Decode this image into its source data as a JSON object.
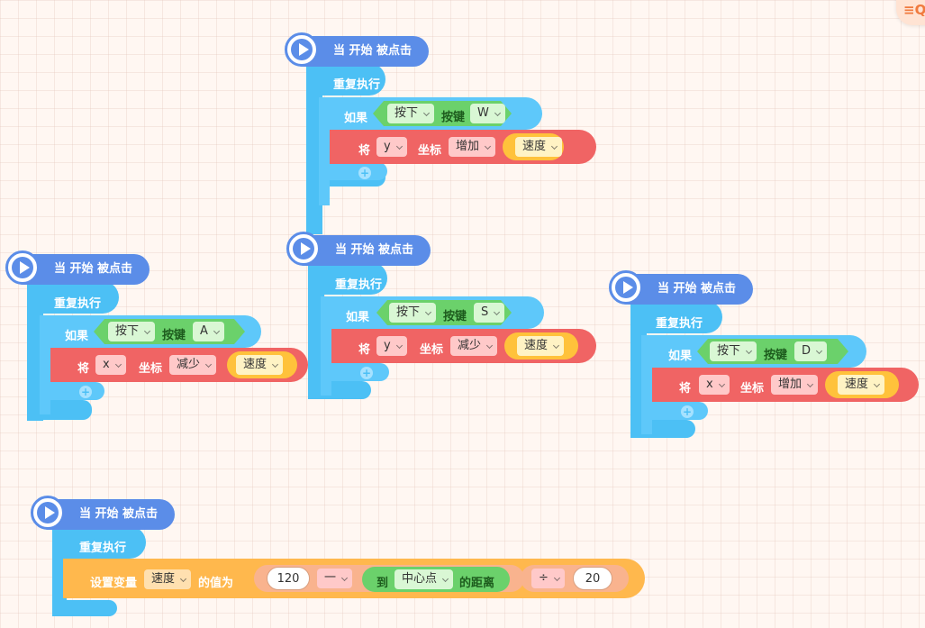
{
  "toolbar": {
    "icon": "zoom-search-icon",
    "icon_glyph": "≡Q"
  },
  "colors": {
    "hat": "#5b8de8",
    "loop": "#4cc0f5",
    "if": "#5ec8fa",
    "sensor": "#6bd16b",
    "motion": "#f06464",
    "variable": "#ffc23b",
    "operator": "#ffb84d"
  },
  "labels": {
    "when_clicked": "当 开始 被点击",
    "repeat_forever": "重复执行",
    "if": "如果",
    "key_pressed_mode": "按下",
    "key": "按键",
    "set_prefix": "将",
    "coordinate": "坐标",
    "speed_var": "速度",
    "add": "增加",
    "subtract": "减少",
    "set_var": "设置变量",
    "value_is": "的值为",
    "to": "到",
    "center": "中心点",
    "distance": "的距离",
    "minus_op": "一",
    "divide_op": "÷",
    "num_120": "120",
    "num_20": "20",
    "plus": "+"
  },
  "scripts": [
    {
      "key": "W",
      "axis": "y",
      "op": "增加"
    },
    {
      "key": "A",
      "axis": "x",
      "op": "减少"
    },
    {
      "key": "S",
      "axis": "y",
      "op": "减少"
    },
    {
      "key": "D",
      "axis": "x",
      "op": "增加"
    }
  ]
}
